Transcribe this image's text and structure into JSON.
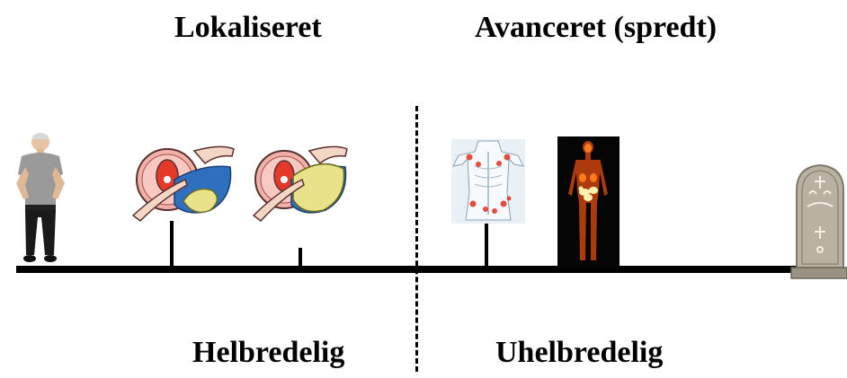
{
  "stages": {
    "localized": "Lokaliseret",
    "advanced": "Avanceret (spredt)"
  },
  "outcomes": {
    "curable": "Helbredelig",
    "incurable": "Uhelbredelig"
  },
  "images": [
    {
      "name": "healthy-man",
      "icon": "man-illustration"
    },
    {
      "name": "prostate-localized-small",
      "icon": "prostate-cross-section"
    },
    {
      "name": "prostate-localized-large",
      "icon": "prostate-cross-section"
    },
    {
      "name": "body-metastases",
      "icon": "skeleton-diagram-with-lesions"
    },
    {
      "name": "pet-scan",
      "icon": "whole-body-scan"
    },
    {
      "name": "tombstone",
      "icon": "gravestone"
    }
  ],
  "colors": {
    "line": "#000000",
    "lesion": "#e53a2a",
    "tumor": "#e8e38a",
    "bladder": "#2f6fbf",
    "prostate": "#f0a8a8",
    "scan_bg": "#050505",
    "scan_glow": "#ff7a1a",
    "stone": "#b9b1a1"
  }
}
